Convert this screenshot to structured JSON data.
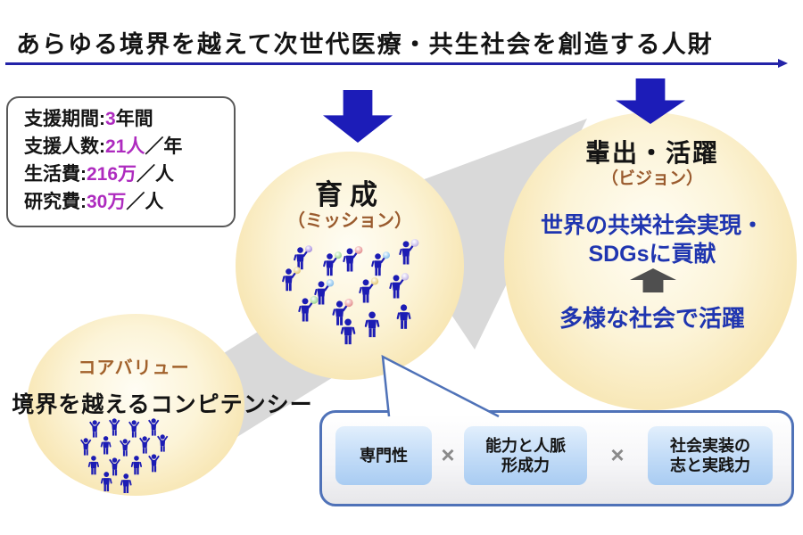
{
  "header": {
    "title": "あらゆる境界を越えて次世代医療・共生社会を創造する人財"
  },
  "support_box": {
    "rows": [
      {
        "label": "支援期間:",
        "value": "3",
        "suffix": "年間"
      },
      {
        "label": "支援人数:",
        "value": "21人",
        "suffix": "／年"
      },
      {
        "label": "生活費:",
        "value": "216万",
        "suffix": "／人"
      },
      {
        "label": "研究費:",
        "value": "30万",
        "suffix": "／人"
      }
    ]
  },
  "circles": {
    "core": {
      "label": "コアバリュー",
      "title": "境界を越えるコンピテンシー"
    },
    "mission": {
      "title": "育成",
      "subtitle": "（ミッション）"
    },
    "vision": {
      "title": "輩出・活躍",
      "subtitle": "（ビジョン）",
      "goal_line1": "世界の共栄社会実現・",
      "goal_line2": "SDGsに貢献",
      "outcome": "多様な社会で活躍"
    }
  },
  "formula": {
    "items": [
      {
        "text": "専門性"
      },
      {
        "text": "能力と人脈\n形成力"
      },
      {
        "text": "社会実装の\n志と実践力"
      }
    ],
    "operator": "×"
  },
  "icons": {
    "mission_down_arrow": "down-arrow",
    "vision_down_arrow": "down-arrow",
    "growth_up_arrow": "up-arrow",
    "flow_arrow": "diagonal-flow-arrow",
    "mission_crowd": "crowd-with-balloons",
    "core_crowd": "crowd-raising-hands"
  },
  "colors": {
    "title_underline": "#2323a8",
    "block_arrow_blue": "#1c1cb8",
    "highlight_magenta": "#ae2bbf",
    "brown_label": "#9a5b2e",
    "vision_blue_text": "#1f35b0",
    "circle_gold_edge": "#eed18a",
    "flow_arrow_gray": "#d9d9d9",
    "growth_arrow_gray": "#4f4f4f",
    "callout_border": "#4f72b8",
    "formula_box_blue": "#a9ccf2",
    "people_blue": "#1c1cb4"
  }
}
